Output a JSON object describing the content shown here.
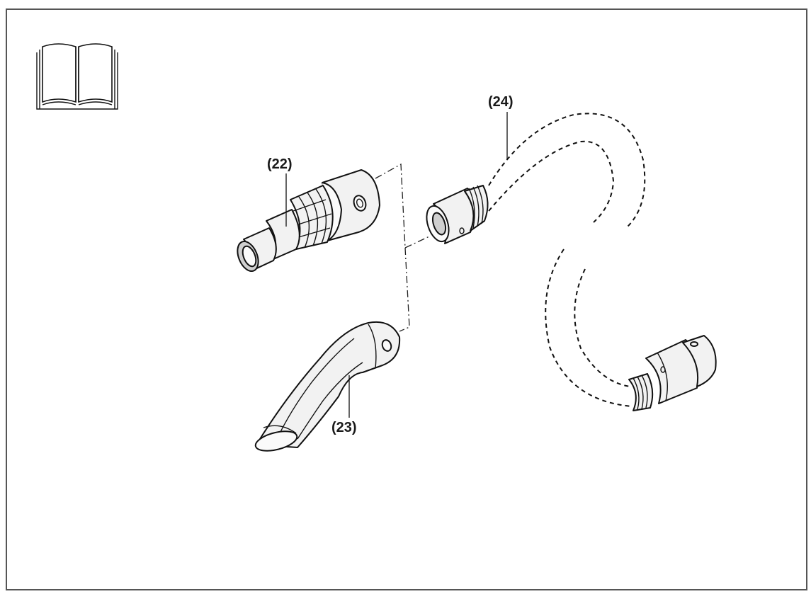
{
  "callouts": {
    "nozzle_adapter": "(22)",
    "curved_handle": "(23)",
    "hose": "(24)"
  },
  "icons": {
    "manual": "open-book-icon"
  },
  "colors": {
    "frame": "#555555",
    "line": "#111111",
    "background": "#ffffff"
  }
}
